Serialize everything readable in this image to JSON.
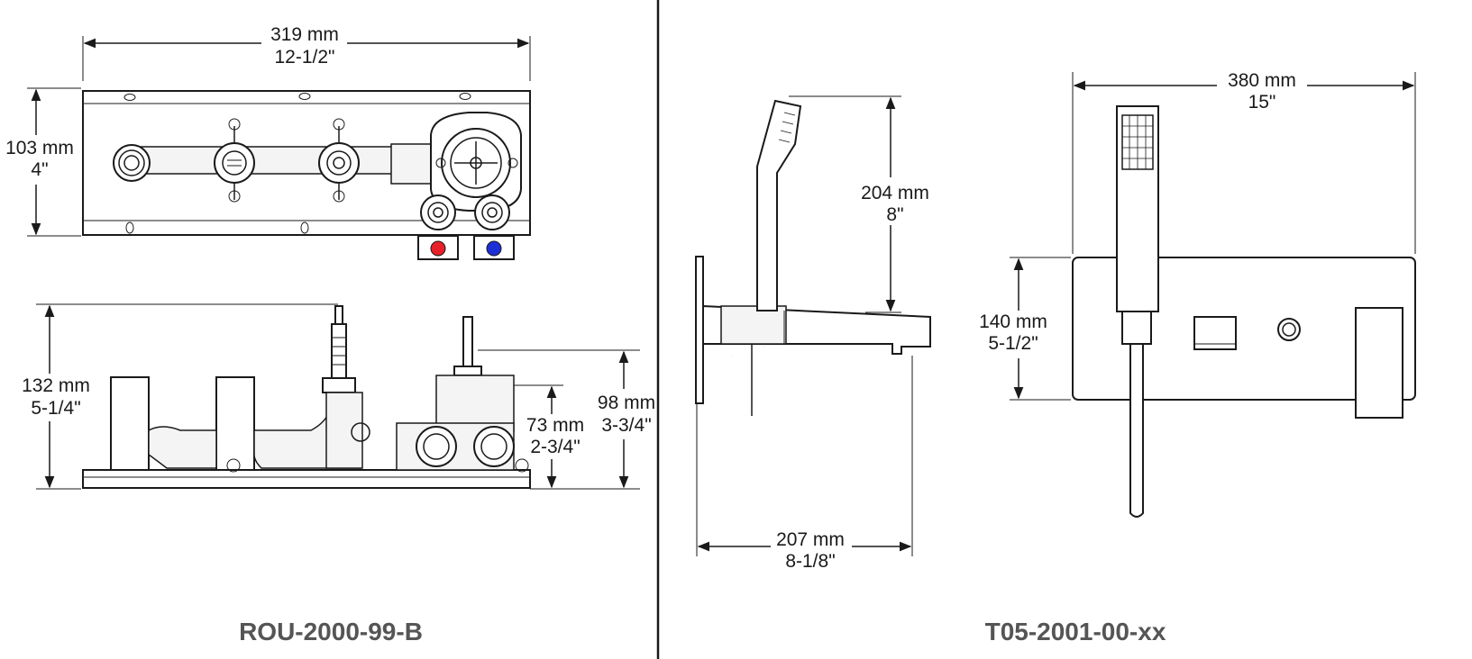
{
  "left": {
    "title": "ROU-2000-99-B",
    "top_width": {
      "mm": "319 mm",
      "in": "12-1/2\""
    },
    "top_height": {
      "mm": "103 mm",
      "in": "4\""
    },
    "side_height": {
      "mm": "132 mm",
      "in": "5-1/4\""
    },
    "side_inner": {
      "mm": "73 mm",
      "in": "2-3/4\""
    },
    "side_outer": {
      "mm": "98 mm",
      "in": "3-3/4\""
    }
  },
  "right": {
    "title": "T05-2001-00-xx",
    "side_height": {
      "mm": "204 mm",
      "in": "8\""
    },
    "side_depth": {
      "mm": "207 mm",
      "in": "8-1/8\""
    },
    "front_width": {
      "mm": "380 mm",
      "in": "15\""
    },
    "front_height": {
      "mm": "140 mm",
      "in": "5-1/2\""
    }
  },
  "colors": {
    "hot": "#e8202a",
    "cold": "#1c2fd6",
    "divider": "#1a1a1a",
    "title": "#555555"
  }
}
